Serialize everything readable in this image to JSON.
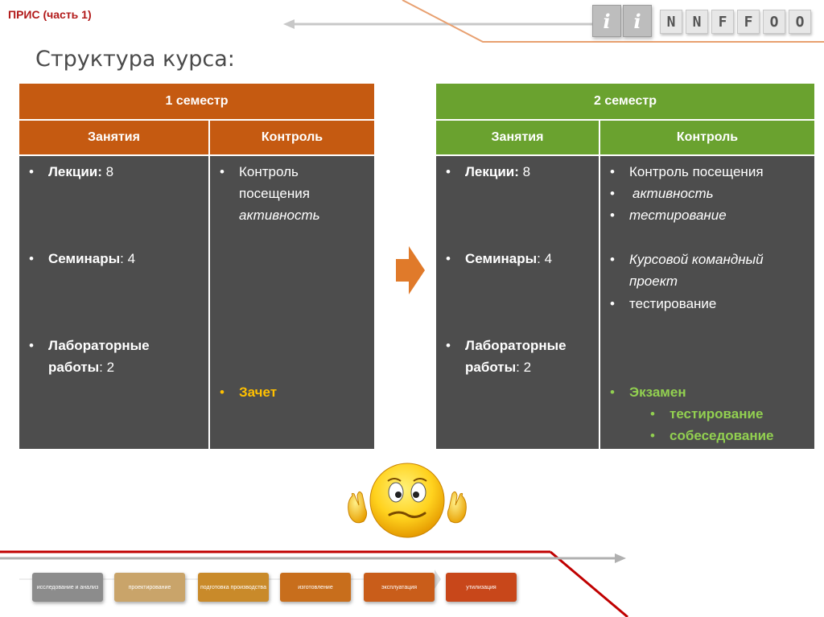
{
  "header": {
    "label": "ПРИС (часть 1)"
  },
  "slide": {
    "title": "Структура курса:"
  },
  "logo": {
    "cube1": "i",
    "cube2": "i",
    "letters": [
      "N",
      "N",
      "F",
      "F",
      "O",
      "O"
    ]
  },
  "semester1": {
    "title": "1 семестр",
    "col_lessons": "Занятия",
    "col_control": "Контроль",
    "lessons": [
      {
        "name": "Лекции:",
        "value": " 8"
      },
      {
        "name": "Семинары",
        "value": ": 4"
      },
      {
        "name_line1": "Лабораторные",
        "name_line2": "работы",
        "value": ": 2"
      }
    ],
    "control": {
      "line1": "Контроль",
      "line2": "посещения",
      "line3": "активность",
      "exam": "Зачет"
    }
  },
  "semester2": {
    "title": "2 семестр",
    "col_lessons": "Занятия",
    "col_control": "Контроль",
    "lessons": [
      {
        "name": "Лекции:",
        "value": " 8"
      },
      {
        "name": "Семинары",
        "value": ": 4"
      },
      {
        "name_line1": "Лабораторные",
        "name_line2": "работы",
        "value": ": 2"
      }
    ],
    "control": {
      "item1": "Контроль посещения",
      "item2": "активность",
      "item3": "тестирование",
      "project_line1": "Курсовой командный",
      "project_line2": "проект",
      "item5": "тестирование",
      "exam": "Экзамен",
      "exam_sub1": "тестирование",
      "exam_sub2": "собеседование"
    }
  },
  "bullet": "•",
  "stages": [
    {
      "label": "исследование и анализ",
      "color": "#8c8c8c"
    },
    {
      "label": "проектирование",
      "color": "#c9a46a"
    },
    {
      "label": "подготовка производства",
      "color": "#c98a2a"
    },
    {
      "label": "изготовление",
      "color": "#c86e1c"
    },
    {
      "label": "эксплуатация",
      "color": "#c95d1a"
    },
    {
      "label": "утилизация",
      "color": "#c8471a"
    }
  ],
  "colors": {
    "orange": "#c55a11",
    "green": "#6aa22f",
    "body": "#4d4d4d",
    "zachet": "#ffc000",
    "exam_green": "#92d050",
    "header_red": "#b21a1a"
  }
}
